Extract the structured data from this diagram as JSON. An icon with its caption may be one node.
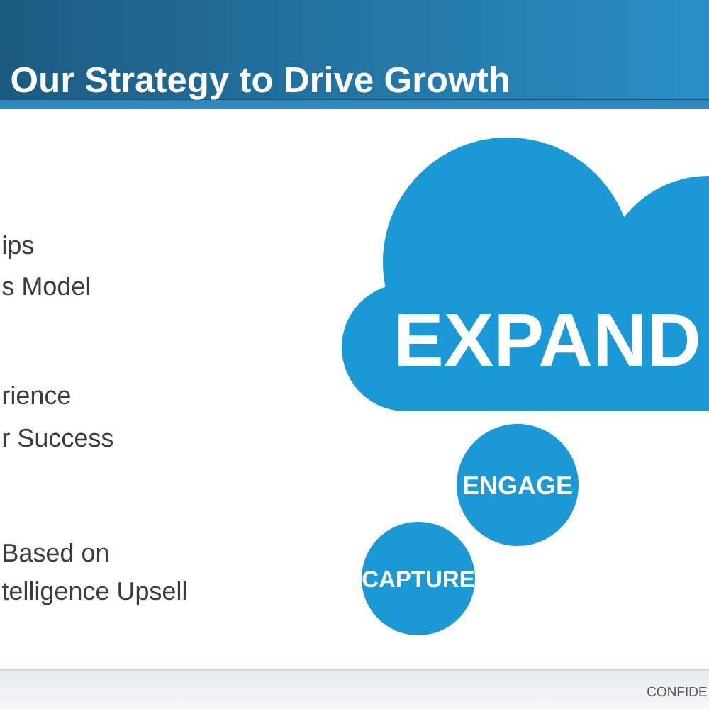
{
  "diagram": {
    "title": "Our Strategy to Drive Growth",
    "nodes": [
      {
        "text": [
          "EXPAND"
        ]
      },
      {
        "text": [
          "ENGAGE"
        ]
      },
      {
        "text": [
          "CAPTURE"
        ]
      }
    ],
    "labels": [
      "ips",
      "s Model",
      "rience",
      "r Success",
      "Based on",
      "telligence Upsell",
      "CONFIDE"
    ]
  }
}
